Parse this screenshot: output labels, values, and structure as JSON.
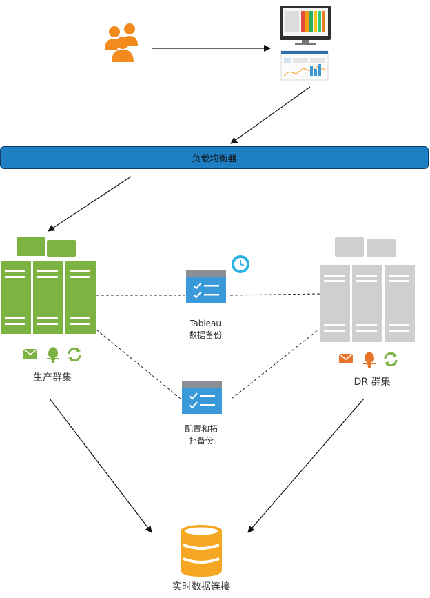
{
  "load_balancer": {
    "label": "负载均衡器"
  },
  "production_cluster": {
    "label": "生产群集"
  },
  "dr_cluster": {
    "label": "DR 群集"
  },
  "tableau_backup": {
    "label_line1": "Tableau",
    "label_line2": "数据备份"
  },
  "config_backup": {
    "label_line1": "配置和拓",
    "label_line2": "扑备份"
  },
  "live_connection": {
    "label": "实时数据连接"
  },
  "icons": {
    "users": "users-icon",
    "dashboard": "dashboard-screenshot-icon",
    "server": "server-cluster-icon",
    "backup": "backup-checklist-icon",
    "clock": "clock-icon",
    "database": "database-icon",
    "mail": "mail-icon",
    "bell": "bell-icon",
    "refresh": "refresh-icon"
  },
  "colors": {
    "load_balancer": "#1f7fc4",
    "production": "#7cb342",
    "dr": "#cfcfcf",
    "users": "#f28a1e",
    "database": "#f5a623",
    "backup": "#3a9ad9",
    "dr_status": "#e8732a"
  }
}
